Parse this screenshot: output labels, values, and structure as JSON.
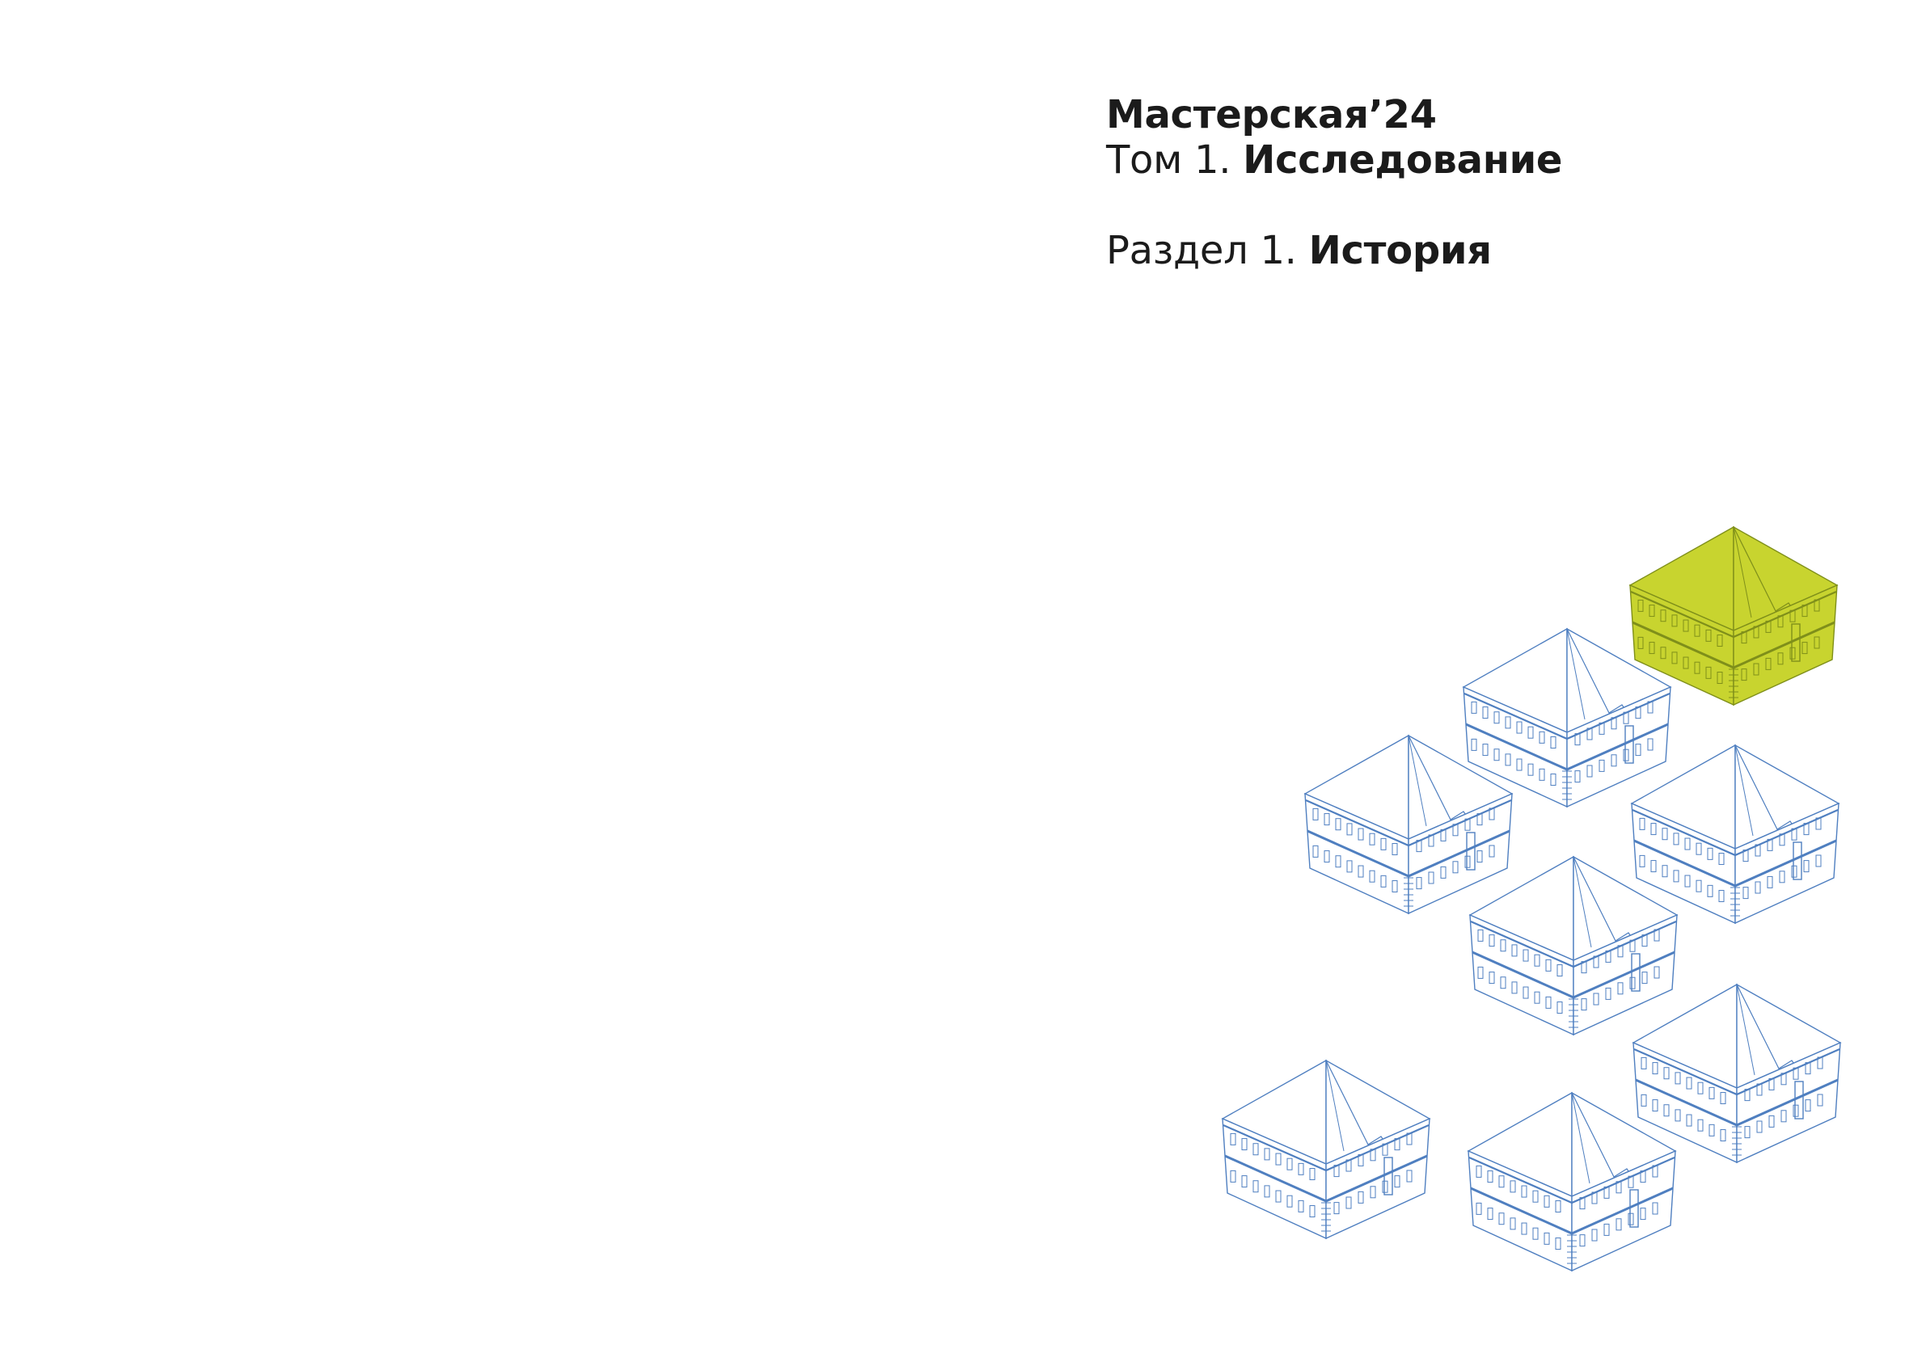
{
  "header": {
    "project": "Мастерская’24",
    "volume_prefix": "Том 1.",
    "volume_name": "Исследование",
    "section_prefix": "Раздел 1.",
    "section_name": "История"
  },
  "illustration": {
    "buildings": [
      {
        "highlighted": true
      },
      {
        "highlighted": false
      },
      {
        "highlighted": false
      },
      {
        "highlighted": false
      },
      {
        "highlighted": false
      },
      {
        "highlighted": false
      },
      {
        "highlighted": false
      },
      {
        "highlighted": false
      }
    ],
    "colors": {
      "outline": "#4f7fc0",
      "highlight_fill": "#c8d42f",
      "highlight_stroke": "#7f8f1a"
    }
  }
}
